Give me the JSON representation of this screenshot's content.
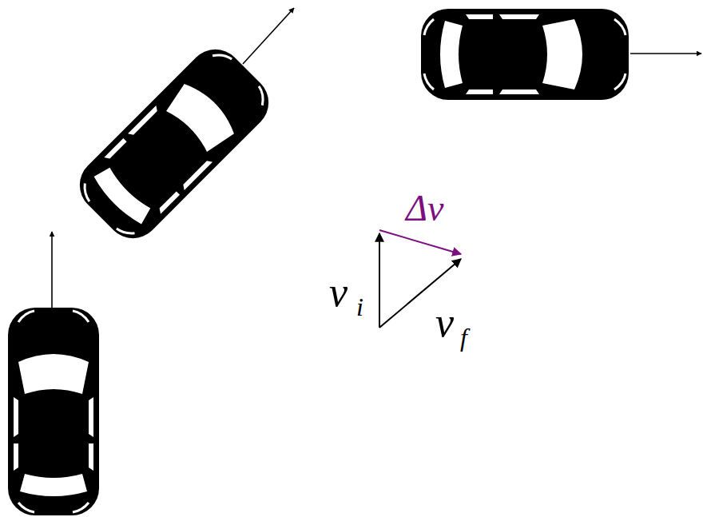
{
  "diagram": {
    "labels": [
      "Δv",
      "v",
      "i",
      "v",
      "f"
    ]
  }
}
